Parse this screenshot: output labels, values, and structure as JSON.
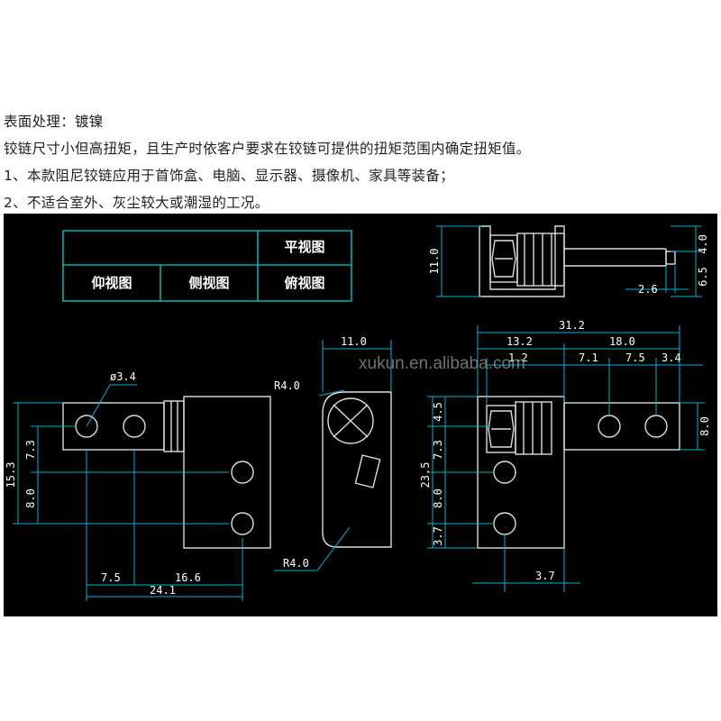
{
  "notes": [
    "表面处理：镀镍",
    "铰链尺寸小但高扭矩，且生产时依客户要求在铰链可提供的扭矩范围内确定扭矩值。",
    "1、本款阻尼铰链应用于首饰盒、电脑、显示器、摄像机、家具等装备；",
    "2、不适合室外、灰尘较大或潮湿的工况。"
  ],
  "view_table": {
    "plan_view": "平视图",
    "bottom_view": "仰视图",
    "side_view": "侧视图",
    "top_view": "俯视图"
  },
  "watermark": "xukun.en.alibaba.com",
  "dimensions": {
    "top_height": "11.0",
    "top_right_a": "4.0",
    "top_right_b": "6.5",
    "top_pin": "2.6",
    "front_hole_dia": "ø3.4",
    "front_7_3": "7.3",
    "front_15_3": "15.3",
    "front_8_0": "8.0",
    "front_7_5": "7.5",
    "front_16_6": "16.6",
    "front_24_1": "24.1",
    "side_width": "11.0",
    "side_r_top": "R4.0",
    "side_r_bottom": "R4.0",
    "right_total": "31.2",
    "right_13_2": "13.2",
    "right_18_0": "18.0",
    "right_1_2": "1.2",
    "right_7_1": "7.1",
    "right_7_5": "7.5",
    "right_3_4": "3.4",
    "right_4_5": "4.5",
    "right_7_3": "7.3",
    "right_23_5": "23.5",
    "right_8_0_left": "8.0",
    "right_3_7_v": "3.7",
    "right_8_0_right": "8.0",
    "right_3_7_h": "3.7"
  },
  "colors": {
    "background": "#000000",
    "outline": "#dcdcdc",
    "dimension_line": "#00b4d8",
    "table_line": "#00d0d0",
    "text": "#ffffff"
  }
}
